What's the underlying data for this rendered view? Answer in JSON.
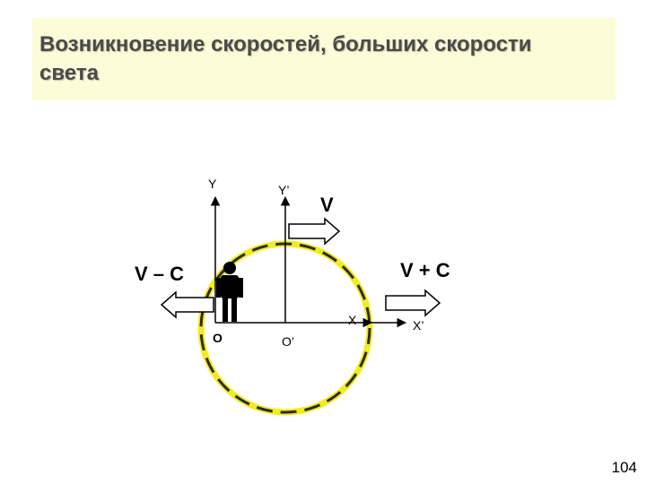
{
  "title": "Возникновение скоростей, больших скорости света",
  "labels": {
    "y": "Y",
    "y_prime": "Y’",
    "v": "V",
    "v_minus_c": "V – C",
    "v_plus_c": "V + C",
    "o": "O",
    "o_prime": "O’",
    "x": "X",
    "x_prime": "X’"
  },
  "colors": {
    "circle_fill": "#f3ec1c",
    "circle_dash": "#2b2b2b",
    "title_bg": "#fcfcd8"
  },
  "icons": [
    "person-icon"
  ],
  "page_number": "104"
}
